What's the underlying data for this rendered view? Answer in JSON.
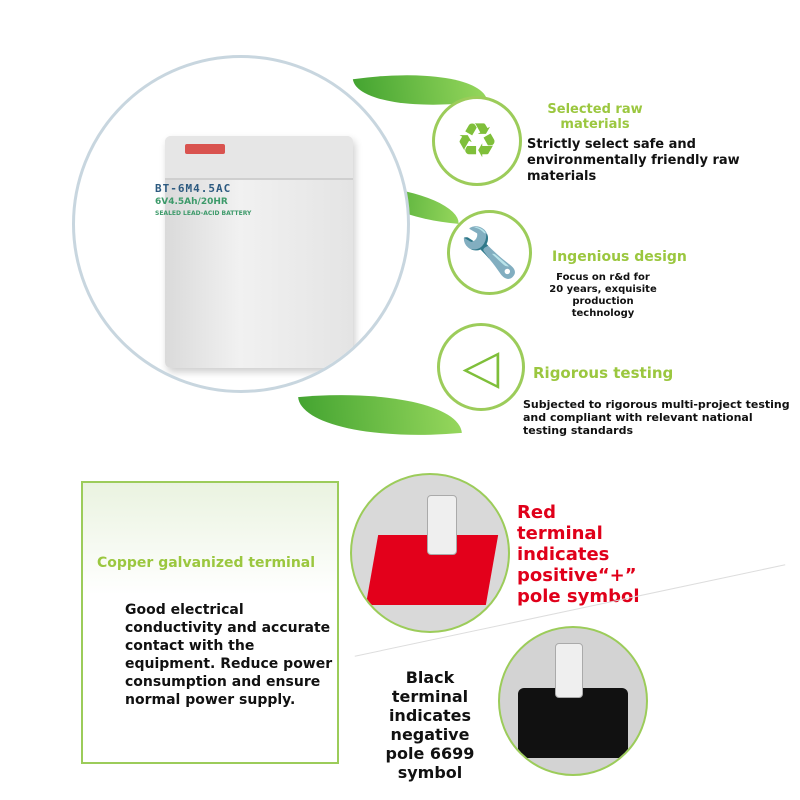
{
  "battery": {
    "model": "BT-6M4.5AC",
    "rating": "6V4.5Ah/20HR",
    "type": "SEALED LEAD-ACID BATTERY"
  },
  "features": [
    {
      "title": "Selected raw materials",
      "text": "Strictly select safe and environmentally friendly raw materials",
      "icon": "recycle-icon"
    },
    {
      "title": "Ingenious design",
      "text": "Focus on r&d for 20 years, exquisite production technology",
      "icon": "tools-icon"
    },
    {
      "title": "Rigorous testing",
      "text": "Subjected to rigorous multi-project testing and compliant with relevant national testing standards",
      "icon": "check-arrow-icon"
    }
  ],
  "terminal": {
    "title": "Copper galvanized terminal",
    "text": "Good electrical conductivity and accurate contact with the equipment. Reduce power consumption and ensure normal power supply."
  },
  "red_terminal": {
    "text": "Red terminal indicates positive“+” pole symbol",
    "color": "#e0001a"
  },
  "black_terminal": {
    "text": "Black terminal indicates negative pole 6699 symbol"
  },
  "colors": {
    "accent": "#9bc73f",
    "red": "#e0001a"
  }
}
